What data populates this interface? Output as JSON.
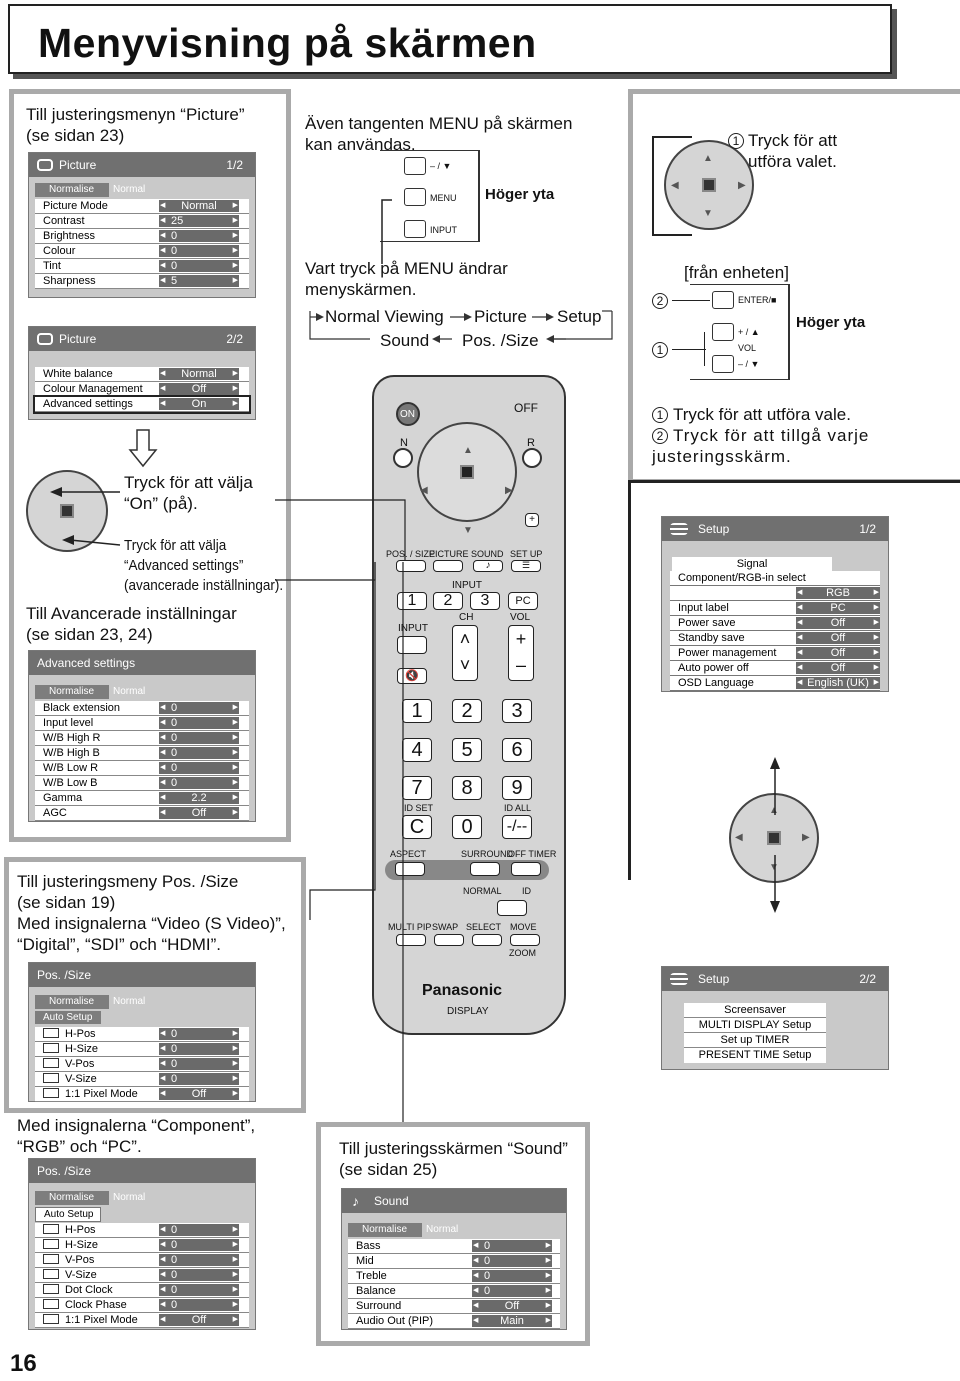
{
  "title": "Menyvisning på skärmen",
  "page_number": "16",
  "left": {
    "picture_intro": "Till justeringsmenyn “Picture”\n(se sidan 23)",
    "picture_menu1": {
      "title": "Picture",
      "page": "1/2",
      "normalise": "Normalise",
      "normal": "Normal",
      "rows": [
        {
          "label": "Picture Mode",
          "val": "Normal"
        },
        {
          "label": "Contrast",
          "val": "25"
        },
        {
          "label": "Brightness",
          "val": "0"
        },
        {
          "label": "Colour",
          "val": "0"
        },
        {
          "label": "Tint",
          "val": "0"
        },
        {
          "label": "Sharpness",
          "val": "5"
        }
      ]
    },
    "picture_menu2": {
      "title": "Picture",
      "page": "2/2",
      "rows": [
        {
          "label": "White balance",
          "val": "Normal"
        },
        {
          "label": "Colour Management",
          "val": "Off"
        },
        {
          "label": "Advanced settings",
          "val": "On"
        }
      ]
    },
    "press_on": "Tryck för att välja\n“On” (på).",
    "press_adv": "Tryck för att välja\n“Advanced settings”\n(avancerade inställningar).",
    "adv_intro": "Till Avancerade inställningar\n(se sidan 23, 24)",
    "adv_menu": {
      "title": "Advanced settings",
      "normalise": "Normalise",
      "normal": "Normal",
      "rows": [
        {
          "label": "Black extension",
          "val": "0"
        },
        {
          "label": "Input level",
          "val": "0"
        },
        {
          "label": "W/B High R",
          "val": "0"
        },
        {
          "label": "W/B High B",
          "val": "0"
        },
        {
          "label": "W/B Low R",
          "val": "0"
        },
        {
          "label": "W/B Low B",
          "val": "0"
        },
        {
          "label": "Gamma",
          "val": "2.2"
        },
        {
          "label": "AGC",
          "val": "Off"
        }
      ]
    },
    "pos_intro": "Till justeringsmeny Pos. /Size\n(se sidan 19)\nMed insignalerna “Video (S Video)”,\n“Digital”, “SDI” och “HDMI”.",
    "pos_menu1": {
      "title": "Pos. /Size",
      "normalise": "Normalise",
      "normal": "Normal",
      "auto": "Auto Setup",
      "rows": [
        {
          "label": "H-Pos",
          "val": "0"
        },
        {
          "label": "H-Size",
          "val": "0"
        },
        {
          "label": "V-Pos",
          "val": "0"
        },
        {
          "label": "V-Size",
          "val": "0"
        },
        {
          "label": "1:1 Pixel Mode",
          "val": "Off"
        }
      ]
    },
    "pos_intro2": "Med insignalerna “Component”,\n“RGB” och “PC”.",
    "pos_menu2": {
      "title": "Pos. /Size",
      "normalise": "Normalise",
      "normal": "Normal",
      "auto": "Auto Setup",
      "rows": [
        {
          "label": "H-Pos",
          "val": "0"
        },
        {
          "label": "H-Size",
          "val": "0"
        },
        {
          "label": "V-Pos",
          "val": "0"
        },
        {
          "label": "V-Size",
          "val": "0"
        },
        {
          "label": "Dot Clock",
          "val": "0"
        },
        {
          "label": "Clock Phase",
          "val": "0"
        },
        {
          "label": "1:1 Pixel Mode",
          "val": "Off"
        }
      ]
    }
  },
  "middle": {
    "menu_key_text": "Även tangenten MENU på skärmen\nkan användas.",
    "unit_btn_slash": "– / ▼",
    "unit_btn_menu": "MENU",
    "unit_btn_input": "INPUT",
    "right_side": "Höger yta",
    "menu_change": "Vart tryck på MENU ändrar\nmenyskärmen.",
    "cycle_normal": "Normal Viewing",
    "cycle_picture": "Picture",
    "cycle_setup": "Setup",
    "cycle_sound": "Sound",
    "cycle_pos": "Pos. /Size",
    "sound_intro": "Till justeringsskärmen “Sound”\n(se sidan 25)",
    "sound_menu": {
      "title": "Sound",
      "normalise": "Normalise",
      "normal": "Normal",
      "rows": [
        {
          "label": "Bass",
          "val": "0"
        },
        {
          "label": "Mid",
          "val": "0"
        },
        {
          "label": "Treble",
          "val": "0"
        },
        {
          "label": "Balance",
          "val": "0"
        },
        {
          "label": "Surround",
          "val": "Off"
        },
        {
          "label": "Audio Out (PIP)",
          "val": "Main"
        }
      ]
    }
  },
  "remote": {
    "on": "ON",
    "off": "OFF",
    "n": "N",
    "r": "R",
    "possize": "POS. / SIZE",
    "picture": "PICTURE",
    "sound": "SOUND",
    "setup": "SET UP",
    "input_lbl": "INPUT",
    "ch": "CH",
    "vol": "VOL",
    "input_btn": "INPUT",
    "pc": "PC",
    "k1": "1",
    "k2": "2",
    "k3": "3",
    "k4": "4",
    "k5": "5",
    "k6": "6",
    "k7": "7",
    "k8": "8",
    "k9": "9",
    "k0": "0",
    "kc": "C",
    "kdash": "-/--",
    "idset": "ID SET",
    "idall": "ID ALL",
    "aspect": "ASPECT",
    "surround": "SURROUND",
    "offtimer": "OFF TIMER",
    "normal": "NORMAL",
    "id": "ID",
    "multipip": "MULTI PIP",
    "swap": "SWAP",
    "select": "SELECT",
    "move": "MOVE",
    "zoom": "ZOOM",
    "brand": "Panasonic",
    "display": "DISPLAY"
  },
  "right": {
    "step1": "Tryck för att\nutföra valet.",
    "from_unit": "[från enheten]",
    "enter": "ENTER/■",
    "vol_plus": "+ / ▲",
    "vol": "VOL",
    "vol_minus": "– / ▼",
    "right_side": "Höger yta",
    "desc1": "Tryck för att utföra vale.",
    "desc2": "Tryck för att tillgå varje\njusteringsskärm.",
    "setup1": {
      "title": "Setup",
      "page": "1/2",
      "signal": "Signal",
      "component": "Component/RGB-in select",
      "comp_val": "RGB",
      "rows": [
        {
          "label": "Input label",
          "val": "PC"
        },
        {
          "label": "Power save",
          "val": "Off"
        },
        {
          "label": "Standby save",
          "val": "Off"
        },
        {
          "label": "Power management",
          "val": "Off"
        },
        {
          "label": "Auto power off",
          "val": "Off"
        },
        {
          "label": "OSD Language",
          "val": "English (UK)"
        }
      ]
    },
    "setup2": {
      "title": "Setup",
      "page": "2/2",
      "items": [
        "Screensaver",
        "MULTI DISPLAY Setup",
        "Set up TIMER",
        "PRESENT TIME Setup"
      ]
    }
  }
}
